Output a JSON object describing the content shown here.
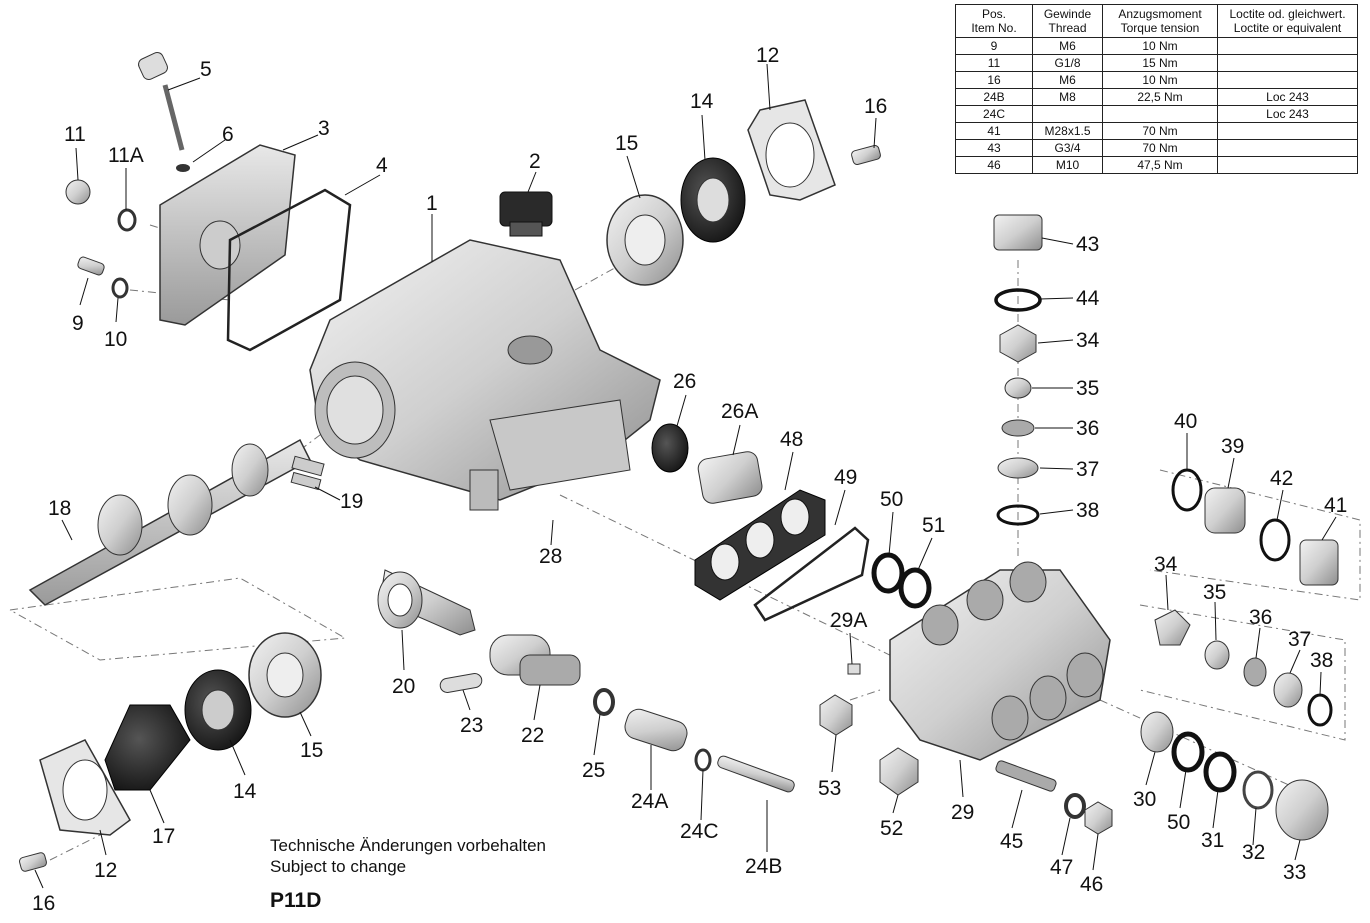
{
  "table": {
    "headers": [
      [
        "Pos.",
        "Item No."
      ],
      [
        "Gewinde",
        "Thread"
      ],
      [
        "Anzugsmoment",
        "Torque tension"
      ],
      [
        "Loctite od. gleichwert.",
        "Loctite or equivalent"
      ]
    ],
    "rows": [
      [
        "9",
        "M6",
        "10 Nm",
        ""
      ],
      [
        "11",
        "G1/8",
        "15 Nm",
        ""
      ],
      [
        "16",
        "M6",
        "10 Nm",
        ""
      ],
      [
        "24B",
        "M8",
        "22,5 Nm",
        "Loc 243"
      ],
      [
        "24C",
        "",
        "",
        "Loc 243"
      ],
      [
        "41",
        "M28x1.5",
        "70 Nm",
        ""
      ],
      [
        "43",
        "G3/4",
        "70 Nm",
        ""
      ],
      [
        "46",
        "M10",
        "47,5 Nm",
        ""
      ]
    ]
  },
  "notes": {
    "line1": "Technische Änderungen vorbehalten",
    "line2": "Subject to change",
    "model": "P11D"
  },
  "callouts": [
    "5",
    "11",
    "6",
    "3",
    "11A",
    "4",
    "1",
    "2",
    "15",
    "14",
    "12",
    "16",
    "9",
    "10",
    "43",
    "44",
    "34",
    "35",
    "36",
    "37",
    "38",
    "40",
    "39",
    "42",
    "41",
    "26",
    "26A",
    "48",
    "49",
    "50",
    "51",
    "18",
    "19",
    "28",
    "20",
    "23",
    "22",
    "25",
    "24A",
    "24C",
    "24B",
    "29A",
    "53",
    "52",
    "29",
    "45",
    "47",
    "46",
    "30",
    "50",
    "31",
    "32",
    "33",
    "34",
    "35",
    "36",
    "37",
    "38",
    "14",
    "15",
    "17",
    "12",
    "16"
  ]
}
